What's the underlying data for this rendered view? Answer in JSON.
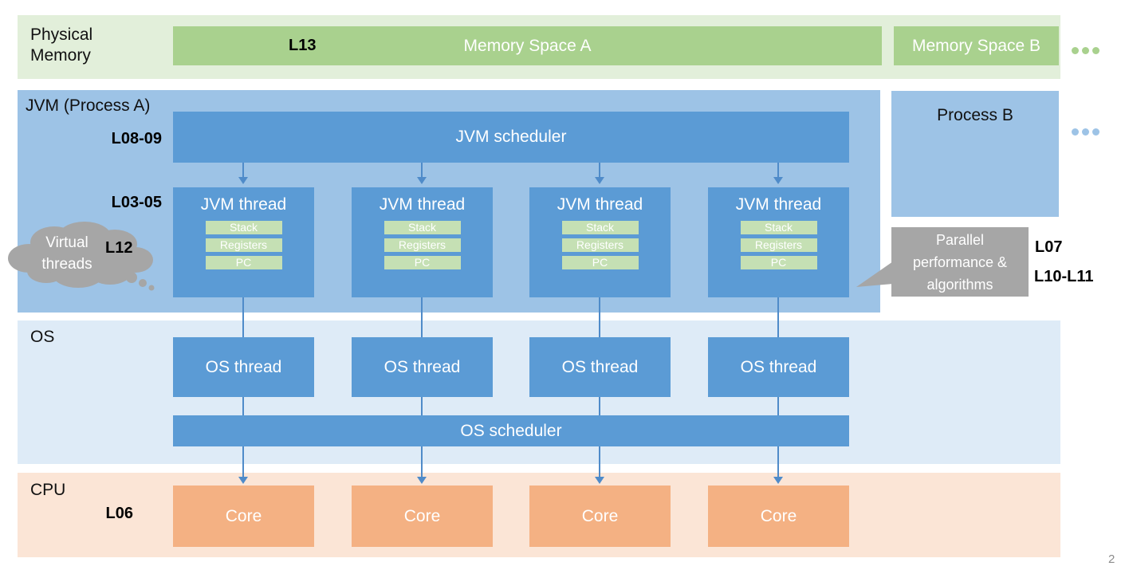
{
  "slide": {
    "page_number": "2"
  },
  "physical_memory": {
    "band_label": "Physical Memory",
    "l13_tag": "L13",
    "memory_space_a": "Memory Space A",
    "memory_space_b": "Memory Space B"
  },
  "jvm": {
    "band_label": "JVM (Process A)",
    "l08_09_tag": "L08-09",
    "scheduler_label": "JVM scheduler",
    "l03_05_tag": "L03-05",
    "thread": {
      "title": "JVM thread",
      "stack": "Stack",
      "registers": "Registers",
      "pc": "PC"
    },
    "virtual_threads_cloud": {
      "line1": "Virtual",
      "line2": "threads"
    },
    "l12_tag": "L12",
    "process_b_label": "Process B",
    "callout": {
      "line1": "Parallel",
      "line2": "performance &",
      "line3": "algorithms"
    },
    "l07_tag": "L07",
    "l10_11_tag": "L10-L11"
  },
  "os": {
    "band_label": "OS",
    "thread_label": "OS thread",
    "scheduler_label": "OS scheduler"
  },
  "cpu": {
    "band_label": "CPU",
    "l06_tag": "L06",
    "core_label": "Core"
  },
  "colors": {
    "memory_band_bg": "#E2EFDA",
    "memory_box": "#A9D18E",
    "jvm_band_bg": "#9DC3E6",
    "blue_box": "#5B9BD5",
    "inner_green_box": "#C5E0B4",
    "os_band_bg": "#DEEBF7",
    "cpu_band_bg": "#FBE5D6",
    "core_box": "#F4B183",
    "gray_shape": "#A6A6A6",
    "connector": "#4F8BC9",
    "page_number_text": "#8C8C8C"
  }
}
